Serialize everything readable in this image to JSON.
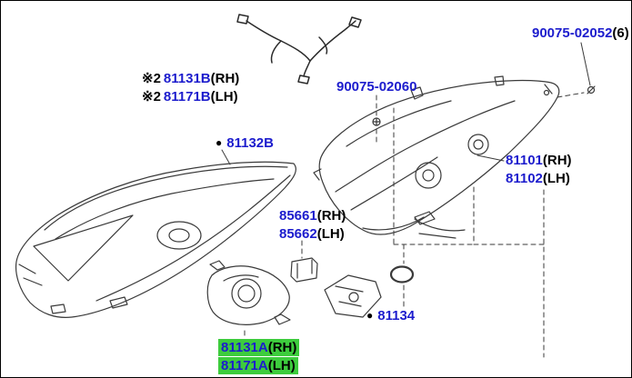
{
  "colors": {
    "link_blue": "#1c1ccd",
    "text_black": "#000000",
    "highlight_green": "#3dcc3d",
    "line_dark": "#3a3a3a"
  },
  "labels": {
    "l81131B": {
      "prefix": "※2",
      "number": "81131B",
      "suffix": "(RH)"
    },
    "l81171B": {
      "prefix": "※2",
      "number": "81171B",
      "suffix": "(LH)"
    },
    "l81132B": {
      "bullet": "●",
      "number": "81132B"
    },
    "l90075_02052": {
      "number": "90075-02052",
      "suffix": "(6)"
    },
    "l90075_02060": {
      "number": "90075-02060"
    },
    "l81101": {
      "number": "81101",
      "suffix": "(RH)"
    },
    "l81102": {
      "number": "81102",
      "suffix": "(LH)"
    },
    "l85661": {
      "number": "85661",
      "suffix": "(RH)"
    },
    "l85662": {
      "number": "85662",
      "suffix": "(LH)"
    },
    "l81134": {
      "bullet": "●",
      "number": "81134"
    },
    "l81131A": {
      "number": "81131A",
      "suffix": "(RH)"
    },
    "l81171A": {
      "number": "81171A",
      "suffix": "(LH)"
    }
  }
}
